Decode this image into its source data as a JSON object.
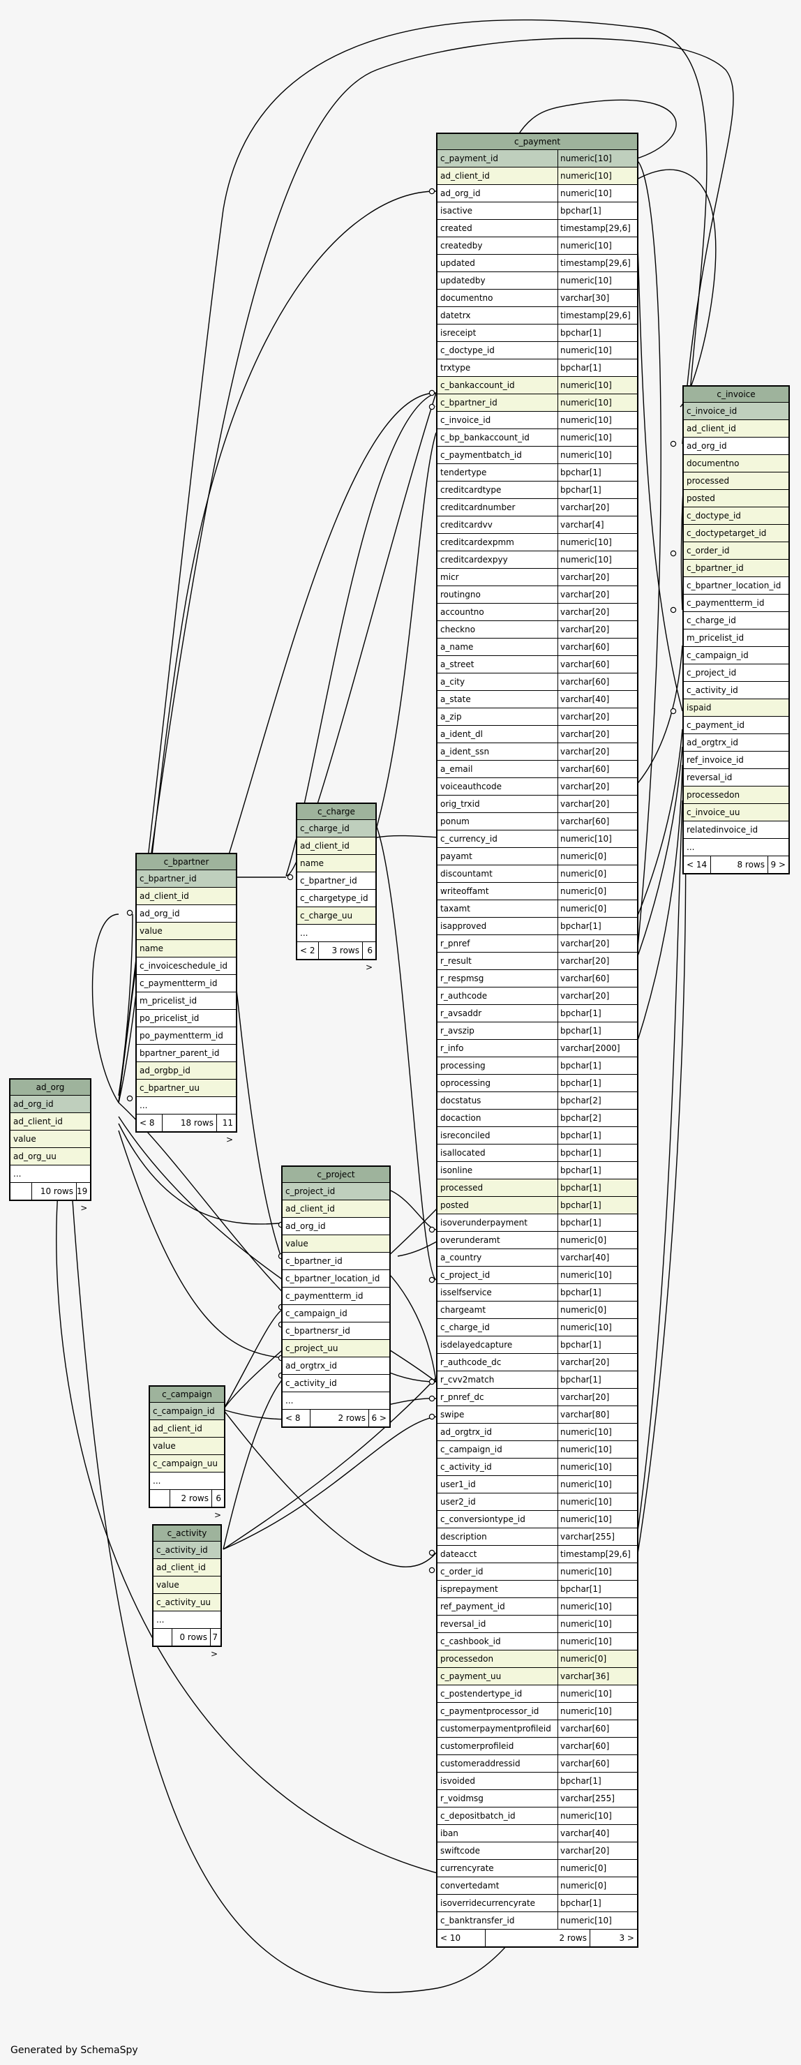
{
  "footer_text": "Generated by SchemaSpy",
  "tables": {
    "c_payment": {
      "name": "c_payment",
      "columns": [
        [
          "c_payment_id",
          "numeric[10]",
          "pk"
        ],
        [
          "ad_client_id",
          "numeric[10]",
          "fk"
        ],
        [
          "ad_org_id",
          "numeric[10]",
          ""
        ],
        [
          "isactive",
          "bpchar[1]",
          ""
        ],
        [
          "created",
          "timestamp[29,6]",
          ""
        ],
        [
          "createdby",
          "numeric[10]",
          ""
        ],
        [
          "updated",
          "timestamp[29,6]",
          ""
        ],
        [
          "updatedby",
          "numeric[10]",
          ""
        ],
        [
          "documentno",
          "varchar[30]",
          ""
        ],
        [
          "datetrx",
          "timestamp[29,6]",
          ""
        ],
        [
          "isreceipt",
          "bpchar[1]",
          ""
        ],
        [
          "c_doctype_id",
          "numeric[10]",
          ""
        ],
        [
          "trxtype",
          "bpchar[1]",
          ""
        ],
        [
          "c_bankaccount_id",
          "numeric[10]",
          "fk"
        ],
        [
          "c_bpartner_id",
          "numeric[10]",
          "fk"
        ],
        [
          "c_invoice_id",
          "numeric[10]",
          ""
        ],
        [
          "c_bp_bankaccount_id",
          "numeric[10]",
          ""
        ],
        [
          "c_paymentbatch_id",
          "numeric[10]",
          ""
        ],
        [
          "tendertype",
          "bpchar[1]",
          ""
        ],
        [
          "creditcardtype",
          "bpchar[1]",
          ""
        ],
        [
          "creditcardnumber",
          "varchar[20]",
          ""
        ],
        [
          "creditcardvv",
          "varchar[4]",
          ""
        ],
        [
          "creditcardexpmm",
          "numeric[10]",
          ""
        ],
        [
          "creditcardexpyy",
          "numeric[10]",
          ""
        ],
        [
          "micr",
          "varchar[20]",
          ""
        ],
        [
          "routingno",
          "varchar[20]",
          ""
        ],
        [
          "accountno",
          "varchar[20]",
          ""
        ],
        [
          "checkno",
          "varchar[20]",
          ""
        ],
        [
          "a_name",
          "varchar[60]",
          ""
        ],
        [
          "a_street",
          "varchar[60]",
          ""
        ],
        [
          "a_city",
          "varchar[60]",
          ""
        ],
        [
          "a_state",
          "varchar[40]",
          ""
        ],
        [
          "a_zip",
          "varchar[20]",
          ""
        ],
        [
          "a_ident_dl",
          "varchar[20]",
          ""
        ],
        [
          "a_ident_ssn",
          "varchar[20]",
          ""
        ],
        [
          "a_email",
          "varchar[60]",
          ""
        ],
        [
          "voiceauthcode",
          "varchar[20]",
          ""
        ],
        [
          "orig_trxid",
          "varchar[20]",
          ""
        ],
        [
          "ponum",
          "varchar[60]",
          ""
        ],
        [
          "c_currency_id",
          "numeric[10]",
          ""
        ],
        [
          "payamt",
          "numeric[0]",
          ""
        ],
        [
          "discountamt",
          "numeric[0]",
          ""
        ],
        [
          "writeoffamt",
          "numeric[0]",
          ""
        ],
        [
          "taxamt",
          "numeric[0]",
          ""
        ],
        [
          "isapproved",
          "bpchar[1]",
          ""
        ],
        [
          "r_pnref",
          "varchar[20]",
          ""
        ],
        [
          "r_result",
          "varchar[20]",
          ""
        ],
        [
          "r_respmsg",
          "varchar[60]",
          ""
        ],
        [
          "r_authcode",
          "varchar[20]",
          ""
        ],
        [
          "r_avsaddr",
          "bpchar[1]",
          ""
        ],
        [
          "r_avszip",
          "bpchar[1]",
          ""
        ],
        [
          "r_info",
          "varchar[2000]",
          ""
        ],
        [
          "processing",
          "bpchar[1]",
          ""
        ],
        [
          "oprocessing",
          "bpchar[1]",
          ""
        ],
        [
          "docstatus",
          "bpchar[2]",
          ""
        ],
        [
          "docaction",
          "bpchar[2]",
          ""
        ],
        [
          "isreconciled",
          "bpchar[1]",
          ""
        ],
        [
          "isallocated",
          "bpchar[1]",
          ""
        ],
        [
          "isonline",
          "bpchar[1]",
          ""
        ],
        [
          "processed",
          "bpchar[1]",
          "fk"
        ],
        [
          "posted",
          "bpchar[1]",
          "fk"
        ],
        [
          "isoverunderpayment",
          "bpchar[1]",
          ""
        ],
        [
          "overunderamt",
          "numeric[0]",
          ""
        ],
        [
          "a_country",
          "varchar[40]",
          ""
        ],
        [
          "c_project_id",
          "numeric[10]",
          ""
        ],
        [
          "isselfservice",
          "bpchar[1]",
          ""
        ],
        [
          "chargeamt",
          "numeric[0]",
          ""
        ],
        [
          "c_charge_id",
          "numeric[10]",
          ""
        ],
        [
          "isdelayedcapture",
          "bpchar[1]",
          ""
        ],
        [
          "r_authcode_dc",
          "varchar[20]",
          ""
        ],
        [
          "r_cvv2match",
          "bpchar[1]",
          ""
        ],
        [
          "r_pnref_dc",
          "varchar[20]",
          ""
        ],
        [
          "swipe",
          "varchar[80]",
          ""
        ],
        [
          "ad_orgtrx_id",
          "numeric[10]",
          ""
        ],
        [
          "c_campaign_id",
          "numeric[10]",
          ""
        ],
        [
          "c_activity_id",
          "numeric[10]",
          ""
        ],
        [
          "user1_id",
          "numeric[10]",
          ""
        ],
        [
          "user2_id",
          "numeric[10]",
          ""
        ],
        [
          "c_conversiontype_id",
          "numeric[10]",
          ""
        ],
        [
          "description",
          "varchar[255]",
          ""
        ],
        [
          "dateacct",
          "timestamp[29,6]",
          ""
        ],
        [
          "c_order_id",
          "numeric[10]",
          ""
        ],
        [
          "isprepayment",
          "bpchar[1]",
          ""
        ],
        [
          "ref_payment_id",
          "numeric[10]",
          ""
        ],
        [
          "reversal_id",
          "numeric[10]",
          ""
        ],
        [
          "c_cashbook_id",
          "numeric[10]",
          ""
        ],
        [
          "processedon",
          "numeric[0]",
          "fk"
        ],
        [
          "c_payment_uu",
          "varchar[36]",
          "fk"
        ],
        [
          "c_postendertype_id",
          "numeric[10]",
          ""
        ],
        [
          "c_paymentprocessor_id",
          "numeric[10]",
          ""
        ],
        [
          "customerpaymentprofileid",
          "varchar[60]",
          ""
        ],
        [
          "customerprofileid",
          "varchar[60]",
          ""
        ],
        [
          "customeraddressid",
          "varchar[60]",
          ""
        ],
        [
          "isvoided",
          "bpchar[1]",
          ""
        ],
        [
          "r_voidmsg",
          "varchar[255]",
          ""
        ],
        [
          "c_depositbatch_id",
          "numeric[10]",
          ""
        ],
        [
          "iban",
          "varchar[40]",
          ""
        ],
        [
          "swiftcode",
          "varchar[20]",
          ""
        ],
        [
          "currencyrate",
          "numeric[0]",
          ""
        ],
        [
          "convertedamt",
          "numeric[0]",
          ""
        ],
        [
          "isoverridecurrencyrate",
          "bpchar[1]",
          ""
        ],
        [
          "c_banktransfer_id",
          "numeric[10]",
          ""
        ]
      ],
      "footer": [
        "< 10",
        "2 rows",
        "3 >"
      ]
    },
    "c_invoice": {
      "name": "c_invoice",
      "columns": [
        [
          "c_invoice_id",
          "",
          "pk"
        ],
        [
          "ad_client_id",
          "",
          "fk"
        ],
        [
          "ad_org_id",
          "",
          ""
        ],
        [
          "documentno",
          "",
          "fk"
        ],
        [
          "processed",
          "",
          "fk"
        ],
        [
          "posted",
          "",
          "fk"
        ],
        [
          "c_doctype_id",
          "",
          "fk"
        ],
        [
          "c_doctypetarget_id",
          "",
          "fk"
        ],
        [
          "c_order_id",
          "",
          "fk"
        ],
        [
          "c_bpartner_id",
          "",
          "fk"
        ],
        [
          "c_bpartner_location_id",
          "",
          ""
        ],
        [
          "c_paymentterm_id",
          "",
          ""
        ],
        [
          "c_charge_id",
          "",
          ""
        ],
        [
          "m_pricelist_id",
          "",
          ""
        ],
        [
          "c_campaign_id",
          "",
          ""
        ],
        [
          "c_project_id",
          "",
          ""
        ],
        [
          "c_activity_id",
          "",
          ""
        ],
        [
          "ispaid",
          "",
          "fk"
        ],
        [
          "c_payment_id",
          "",
          ""
        ],
        [
          "ad_orgtrx_id",
          "",
          ""
        ],
        [
          "ref_invoice_id",
          "",
          ""
        ],
        [
          "reversal_id",
          "",
          ""
        ],
        [
          "processedon",
          "",
          "fk"
        ],
        [
          "c_invoice_uu",
          "",
          "fk"
        ],
        [
          "relatedinvoice_id",
          "",
          ""
        ],
        [
          "...",
          "",
          ""
        ]
      ],
      "footer": [
        "< 14",
        "8 rows",
        "9 >"
      ]
    },
    "c_charge": {
      "name": "c_charge",
      "columns": [
        [
          "c_charge_id",
          "",
          "pk"
        ],
        [
          "ad_client_id",
          "",
          "fk"
        ],
        [
          "name",
          "",
          "fk"
        ],
        [
          "c_bpartner_id",
          "",
          ""
        ],
        [
          "c_chargetype_id",
          "",
          ""
        ],
        [
          "c_charge_uu",
          "",
          "fk"
        ],
        [
          "...",
          "",
          ""
        ]
      ],
      "footer": [
        "< 2",
        "3 rows",
        "6 >"
      ]
    },
    "c_bpartner": {
      "name": "c_bpartner",
      "columns": [
        [
          "c_bpartner_id",
          "",
          "pk"
        ],
        [
          "ad_client_id",
          "",
          "fk"
        ],
        [
          "ad_org_id",
          "",
          ""
        ],
        [
          "value",
          "",
          "fk"
        ],
        [
          "name",
          "",
          "fk"
        ],
        [
          "c_invoiceschedule_id",
          "",
          ""
        ],
        [
          "c_paymentterm_id",
          "",
          ""
        ],
        [
          "m_pricelist_id",
          "",
          ""
        ],
        [
          "po_pricelist_id",
          "",
          ""
        ],
        [
          "po_paymentterm_id",
          "",
          ""
        ],
        [
          "bpartner_parent_id",
          "",
          ""
        ],
        [
          "ad_orgbp_id",
          "",
          "fk"
        ],
        [
          "c_bpartner_uu",
          "",
          "fk"
        ],
        [
          "...",
          "",
          ""
        ]
      ],
      "footer": [
        "< 8",
        "18 rows",
        "11 >"
      ]
    },
    "ad_org": {
      "name": "ad_org",
      "columns": [
        [
          "ad_org_id",
          "",
          "pk"
        ],
        [
          "ad_client_id",
          "",
          "fk"
        ],
        [
          "value",
          "",
          "fk"
        ],
        [
          "ad_org_uu",
          "",
          "fk"
        ],
        [
          "...",
          "",
          ""
        ]
      ],
      "footer": [
        "",
        "10 rows",
        "19 >"
      ]
    },
    "c_project": {
      "name": "c_project",
      "columns": [
        [
          "c_project_id",
          "",
          "pk"
        ],
        [
          "ad_client_id",
          "",
          "fk"
        ],
        [
          "ad_org_id",
          "",
          ""
        ],
        [
          "value",
          "",
          "fk"
        ],
        [
          "c_bpartner_id",
          "",
          ""
        ],
        [
          "c_bpartner_location_id",
          "",
          ""
        ],
        [
          "c_paymentterm_id",
          "",
          ""
        ],
        [
          "c_campaign_id",
          "",
          ""
        ],
        [
          "c_bpartnersr_id",
          "",
          ""
        ],
        [
          "c_project_uu",
          "",
          "fk"
        ],
        [
          "ad_orgtrx_id",
          "",
          ""
        ],
        [
          "c_activity_id",
          "",
          ""
        ],
        [
          "...",
          "",
          ""
        ]
      ],
      "footer": [
        "< 8",
        "2 rows",
        "6 >"
      ]
    },
    "c_campaign": {
      "name": "c_campaign",
      "columns": [
        [
          "c_campaign_id",
          "",
          "pk"
        ],
        [
          "ad_client_id",
          "",
          "fk"
        ],
        [
          "value",
          "",
          "fk"
        ],
        [
          "c_campaign_uu",
          "",
          "fk"
        ],
        [
          "...",
          "",
          ""
        ]
      ],
      "footer": [
        "",
        "2 rows",
        "6 >"
      ]
    },
    "c_activity": {
      "name": "c_activity",
      "columns": [
        [
          "c_activity_id",
          "",
          "pk"
        ],
        [
          "ad_client_id",
          "",
          "fk"
        ],
        [
          "value",
          "",
          "fk"
        ],
        [
          "c_activity_uu",
          "",
          "fk"
        ],
        [
          "...",
          "",
          ""
        ]
      ],
      "footer": [
        "",
        "0 rows",
        "7 >"
      ]
    }
  }
}
